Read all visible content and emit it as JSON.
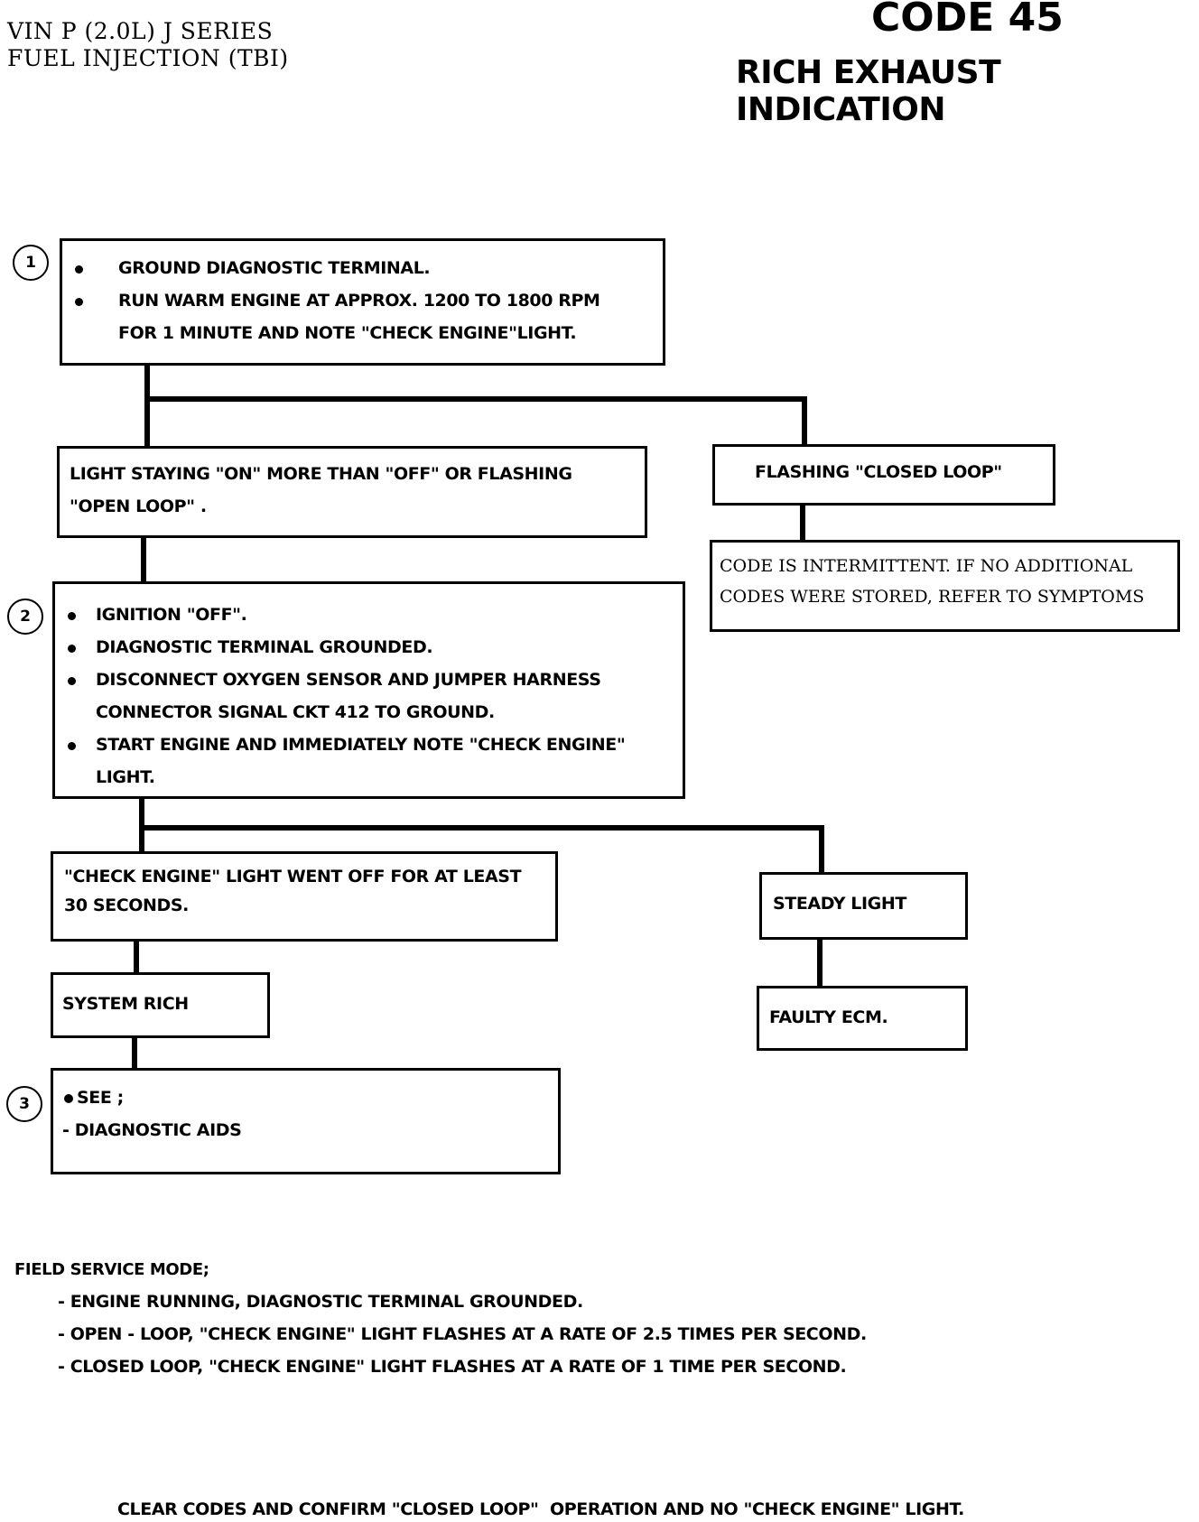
{
  "header": {
    "vin_line": "VIN P (2.0L) J SERIES",
    "system_line": "FUEL INJECTION (TBI)",
    "code_title": "CODE 45",
    "code_subtitle": "RICH EXHAUST INDICATION"
  },
  "flowchart": {
    "step1": {
      "number": "1",
      "bullet1": "GROUND DIAGNOSTIC TERMINAL.",
      "bullet2_line1": "RUN WARM ENGINE AT APPROX. 1200 TO 1800 RPM",
      "bullet2_line2": "FOR 1 MINUTE AND NOTE \"CHECK ENGINE\"LIGHT."
    },
    "light_on_box": {
      "line1": "LIGHT STAYING \"ON\" MORE THAN \"OFF\" OR FLASHING",
      "line2": "\"OPEN LOOP\" ."
    },
    "flashing_closed_box": "FLASHING \"CLOSED LOOP\"",
    "intermittent_box": {
      "line1": "CODE IS INTERMITTENT. IF NO ADDITIONAL",
      "line2": "CODES WERE STORED, REFER TO SYMPTOMS"
    },
    "step2": {
      "number": "2",
      "bullet1": "IGNITION \"OFF\".",
      "bullet2": "DIAGNOSTIC TERMINAL GROUNDED.",
      "bullet3_line1": "DISCONNECT OXYGEN SENSOR AND JUMPER HARNESS",
      "bullet3_line2": "CONNECTOR SIGNAL CKT 412 TO GROUND.",
      "bullet4_line1": "START ENGINE AND IMMEDIATELY NOTE \"CHECK ENGINE\"",
      "bullet4_line2": "LIGHT."
    },
    "light_off_box": {
      "line1": "\"CHECK ENGINE\" LIGHT WENT OFF FOR AT LEAST",
      "line2": "30 SECONDS."
    },
    "steady_light_box": "STEADY LIGHT",
    "system_rich_box": "SYSTEM RICH",
    "faulty_ecm_box": "FAULTY ECM.",
    "step3": {
      "number": "3",
      "line1": "SEE ;",
      "line2": "- DIAGNOSTIC AIDS"
    }
  },
  "field_service": {
    "heading": "FIELD SERVICE MODE;",
    "items": [
      "- ENGINE RUNNING, DIAGNOSTIC TERMINAL GROUNDED.",
      "- OPEN - LOOP, \"CHECK ENGINE\" LIGHT FLASHES AT A RATE OF 2.5 TIMES PER SECOND.",
      "- CLOSED LOOP, \"CHECK ENGINE\" LIGHT FLASHES AT A RATE OF 1 TIME PER SECOND."
    ]
  },
  "footer": "CLEAR CODES AND CONFIRM \"CLOSED LOOP\"  OPERATION AND NO \"CHECK ENGINE\" LIGHT."
}
